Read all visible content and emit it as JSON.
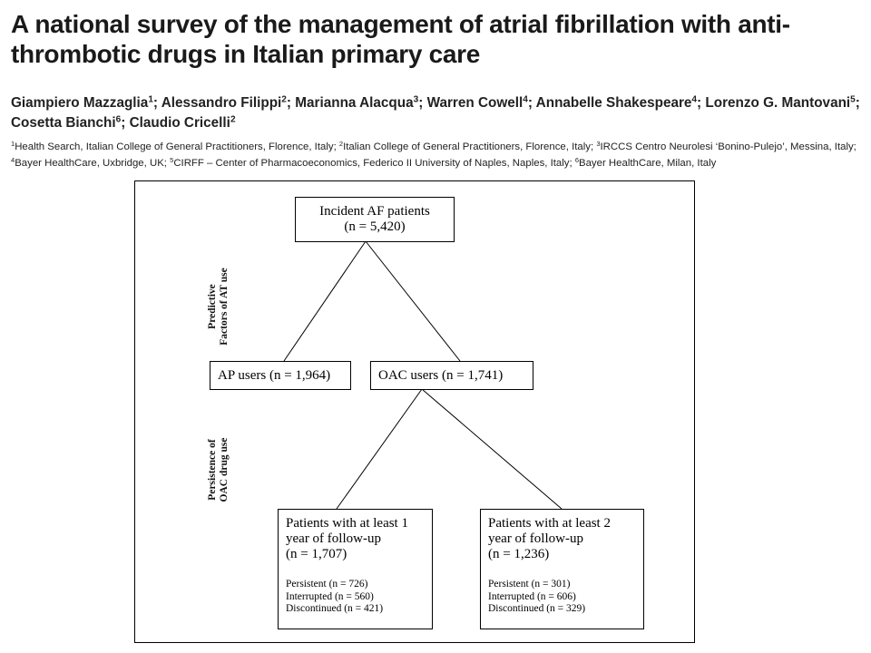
{
  "paper": {
    "title": "A national survey of the management of atrial fibrillation with anti-thrombotic drugs in Italian primary care",
    "authors": [
      {
        "name": "Giampiero Mazzaglia",
        "aff": "1"
      },
      {
        "name": "Alessandro Filippi",
        "aff": "2"
      },
      {
        "name": "Marianna Alacqua",
        "aff": "3"
      },
      {
        "name": "Warren Cowell",
        "aff": "4"
      },
      {
        "name": "Annabelle Shakespeare",
        "aff": "4"
      },
      {
        "name": "Lorenzo G. Mantovani",
        "aff": "5"
      },
      {
        "name": "Cosetta Bianchi",
        "aff": "6"
      },
      {
        "name": "Claudio Cricelli",
        "aff": "2"
      }
    ],
    "affiliations": [
      {
        "num": "1",
        "text": "Health Search, Italian College of General Practitioners, Florence, Italy; "
      },
      {
        "num": "2",
        "text": "Italian College of General Practitioners, Florence, Italy; "
      },
      {
        "num": "3",
        "text": "IRCCS Centro Neurolesi ‘Bonino-Pulejo’, Messina, Italy; "
      },
      {
        "num": "4",
        "text": "Bayer HealthCare, Uxbridge, UK; "
      },
      {
        "num": "5",
        "text": "CIRFF – Center of Pharmacoeconomics, Federico II University of Naples, Naples, Italy; "
      },
      {
        "num": "6",
        "text": "Bayer HealthCare, Milan, Italy"
      }
    ]
  },
  "figure": {
    "root": {
      "line1": "Incident AF patients",
      "line2": "(n = 5,420)"
    },
    "side_label_1": {
      "line1": "Predictive",
      "line2": "Factors of AT use"
    },
    "side_label_2": {
      "line1": "Persistence of",
      "line2": "OAC drug use"
    },
    "ap_users": "AP users (n = 1,964)",
    "oac_users": "OAC users (n = 1,741)",
    "followup_1yr": {
      "line1": "Patients with at least 1",
      "line2": "year of follow-up",
      "line3": "(n = 1,707)",
      "persistent": "Persistent (n = 726)",
      "interrupted": "Interrupted (n = 560)",
      "discontinued": "Discontinued (n = 421)"
    },
    "followup_2yr": {
      "line1": "Patients with at least 2",
      "line2": "year of follow-up",
      "line3": "(n = 1,236)",
      "persistent": "Persistent (n = 301)",
      "interrupted": "Interrupted (n = 606)",
      "discontinued": "Discontinued (n = 329)"
    }
  }
}
